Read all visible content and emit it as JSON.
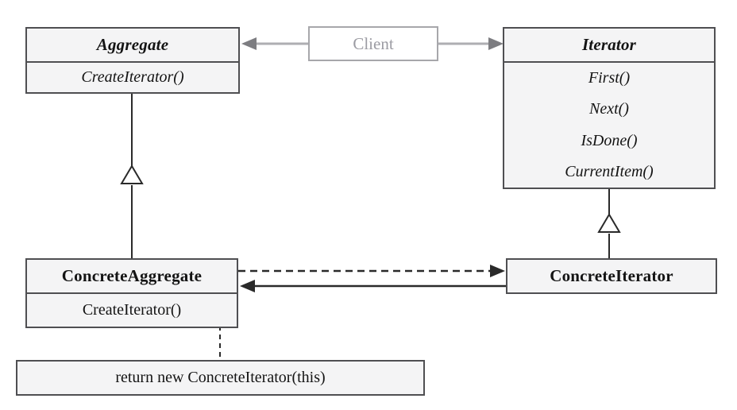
{
  "classes": {
    "aggregate": {
      "name": "Aggregate",
      "methods": [
        "CreateIterator()"
      ]
    },
    "iterator": {
      "name": "Iterator",
      "methods": [
        "First()",
        "Next()",
        "IsDone()",
        "CurrentItem()"
      ]
    },
    "concrete_aggregate": {
      "name": "ConcreteAggregate",
      "methods": [
        "CreateIterator()"
      ]
    },
    "concrete_iterator": {
      "name": "ConcreteIterator"
    }
  },
  "client": {
    "label": "Client"
  },
  "note": {
    "text": "return new ConcreteIterator(this)"
  },
  "colors": {
    "box_fill": "#f4f4f5",
    "box_border": "#4f4f52",
    "black_line": "#2a2a2a",
    "gray_line": "#aeaeb2",
    "gray_arrowhead": "#7d7d81",
    "client_text": "#9c9ca3",
    "text": "#141414"
  }
}
